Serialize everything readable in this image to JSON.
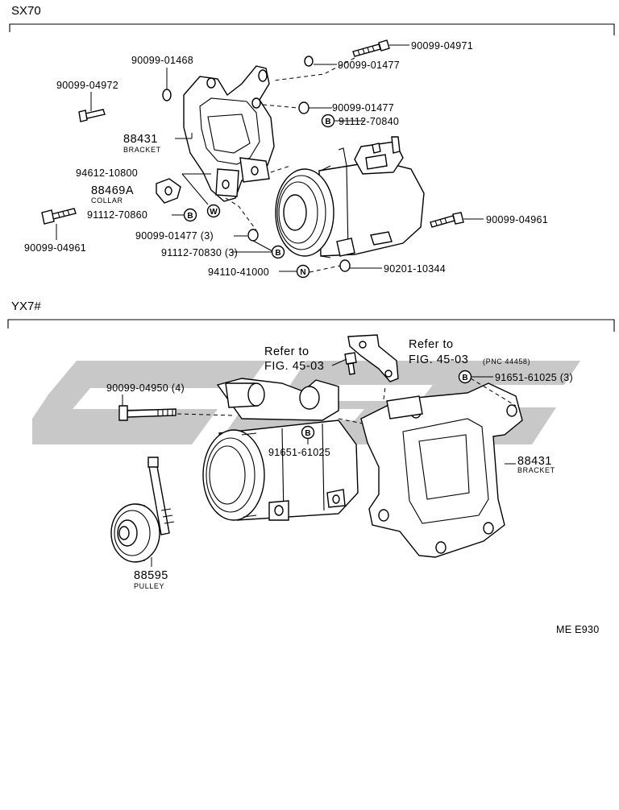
{
  "sections": [
    {
      "code": "SX70"
    },
    {
      "code": "YX7#"
    }
  ],
  "sx70": {
    "labels": {
      "p_90099_04971": "90099-04971",
      "p_90099_01477_a": "90099-01477",
      "p_90099_01468": "90099-01468",
      "p_90099_04972": "90099-04972",
      "p_90099_01477_b": "90099-01477",
      "p_91112_70840": "91112-70840",
      "p_88431_num": "88431",
      "p_88431_name": "BRACKET",
      "p_94612_10800": "94612-10800",
      "p_88469a_num": "88469A",
      "p_88469a_name": "COLLAR",
      "p_91112_70860": "91112-70860",
      "p_90099_04961_a": "90099-04961",
      "p_90099_04961_b": "90099-04961",
      "p_90099_01477_c": "90099-01477 (3)",
      "p_91112_70830": "91112-70830 (3)",
      "p_94110_41000": "94110-41000",
      "p_90201_10344": "90201-10344"
    }
  },
  "yx7": {
    "labels": {
      "refer_a_1": "Refer to",
      "refer_a_2": "FIG. 45-03",
      "refer_b_1": "Refer to",
      "refer_b_2": "FIG. 45-03",
      "refer_b_pnc": "(PNC 44458)",
      "p_91651_61025_a": "91651-61025 (3)",
      "p_90099_04950": "90099-04950 (4)",
      "p_91651_61025_b": "91651-61025",
      "p_88431_num": "88431",
      "p_88431_name": "BRACKET",
      "p_88595_num": "88595",
      "p_88595_name": "PULLEY"
    }
  },
  "badges": {
    "b": "B",
    "w": "W",
    "n": "N"
  },
  "footer": {
    "code": "ME E930"
  },
  "colors": {
    "ink": "#000000",
    "watermark": "#c8c8c8",
    "background": "#ffffff"
  }
}
